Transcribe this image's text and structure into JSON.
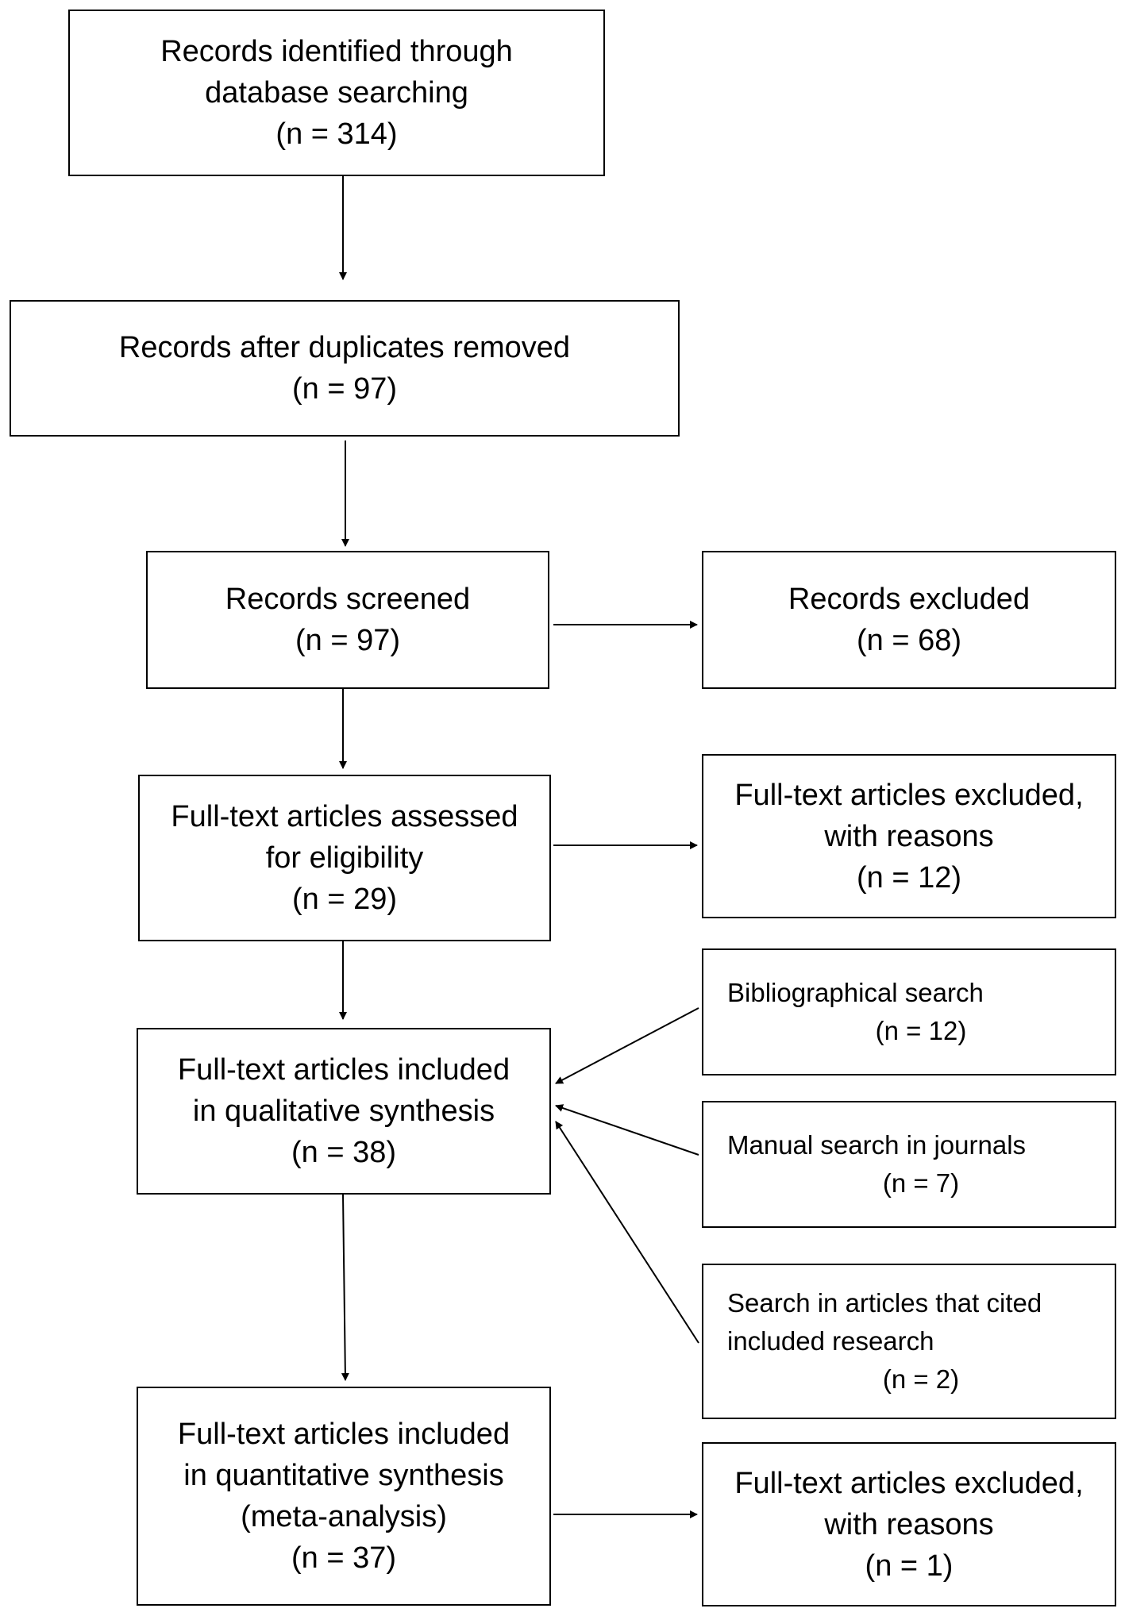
{
  "boxes": {
    "identified": {
      "lines": [
        "Records identified through",
        "database searching",
        "(n = 314)"
      ]
    },
    "after_duplicates": {
      "lines": [
        "Records after duplicates removed",
        "(n = 97)"
      ]
    },
    "screened": {
      "lines": [
        "Records screened",
        "(n = 97)"
      ]
    },
    "records_excluded": {
      "lines": [
        "Records excluded",
        "(n = 68)"
      ]
    },
    "assessed": {
      "lines": [
        "Full-text articles assessed",
        "for eligibility",
        "(n = 29)"
      ]
    },
    "fulltext_excluded": {
      "lines": [
        "Full-text articles excluded,",
        "with reasons",
        "(n = 12)"
      ]
    },
    "qualitative": {
      "lines": [
        "Full-text articles included",
        "in qualitative synthesis",
        "(n = 38)"
      ]
    },
    "bibliographical": {
      "lines": [
        "Bibliographical search"
      ],
      "count": "(n = 12)"
    },
    "manual": {
      "lines": [
        "Manual search in journals"
      ],
      "count": "(n = 7)"
    },
    "citing": {
      "lines": [
        "Search in articles that cited",
        "included research"
      ],
      "count": "(n = 2)"
    },
    "quantitative": {
      "lines": [
        "Full-text articles included",
        "in quantitative synthesis",
        "(meta-analysis)",
        "(n = 37)"
      ]
    },
    "final_excluded": {
      "lines": [
        "Full-text articles excluded,",
        "with reasons",
        "(n = 1)"
      ]
    }
  }
}
